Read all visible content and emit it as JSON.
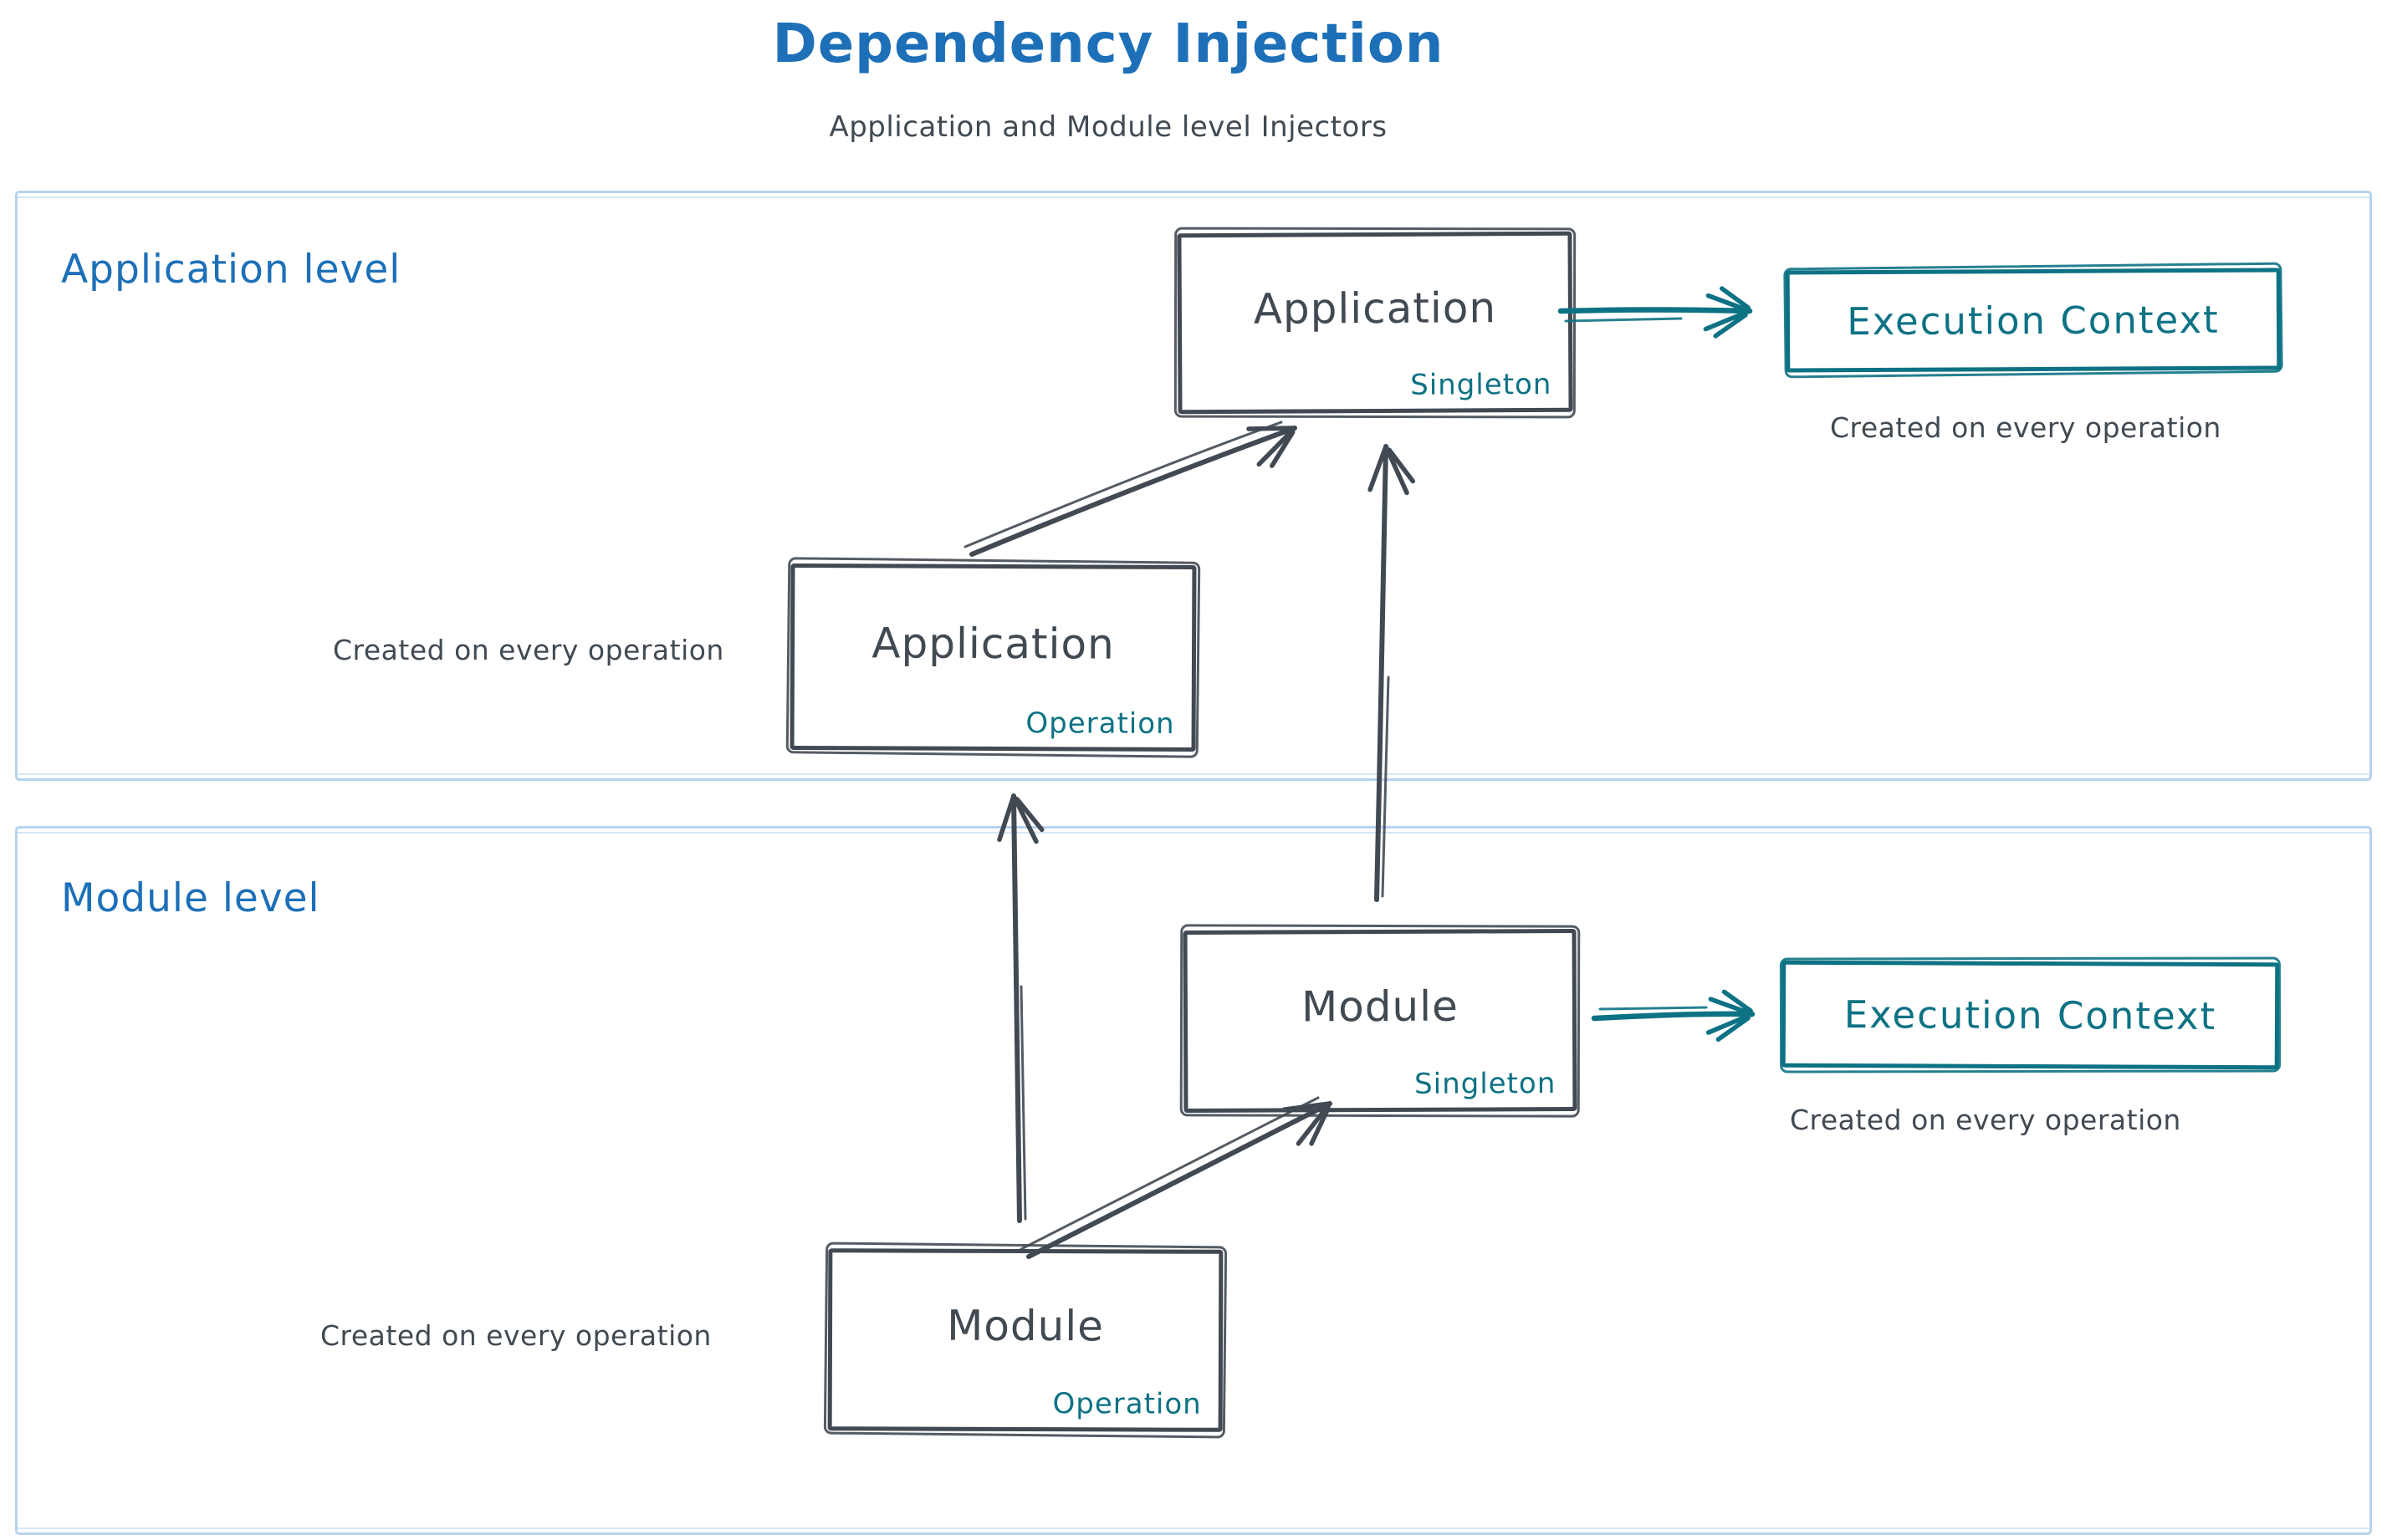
{
  "title": "Dependency Injection",
  "subtitle": "Application and Module level Injectors",
  "colors": {
    "blue": "#1d70b8",
    "ink": "#414952",
    "teal": "#0d7284",
    "section_border": "#b7d3ee",
    "background": "#ffffff"
  },
  "application": {
    "label": "Application level",
    "singleton_box": {
      "name": "Application",
      "scope": "Singleton"
    },
    "operation_box": {
      "name": "Application",
      "scope": "Operation"
    },
    "operation_caption": "Created on every operation",
    "execution_context_box": {
      "label": "Execution Context"
    },
    "execution_context_caption": "Created on every operation"
  },
  "module": {
    "label": "Module level",
    "singleton_box": {
      "name": "Module",
      "scope": "Singleton"
    },
    "operation_box": {
      "name": "Module",
      "scope": "Operation"
    },
    "operation_caption": "Created on every operation",
    "execution_context_box": {
      "label": "Execution Context"
    },
    "execution_context_caption": "Created on every operation"
  }
}
